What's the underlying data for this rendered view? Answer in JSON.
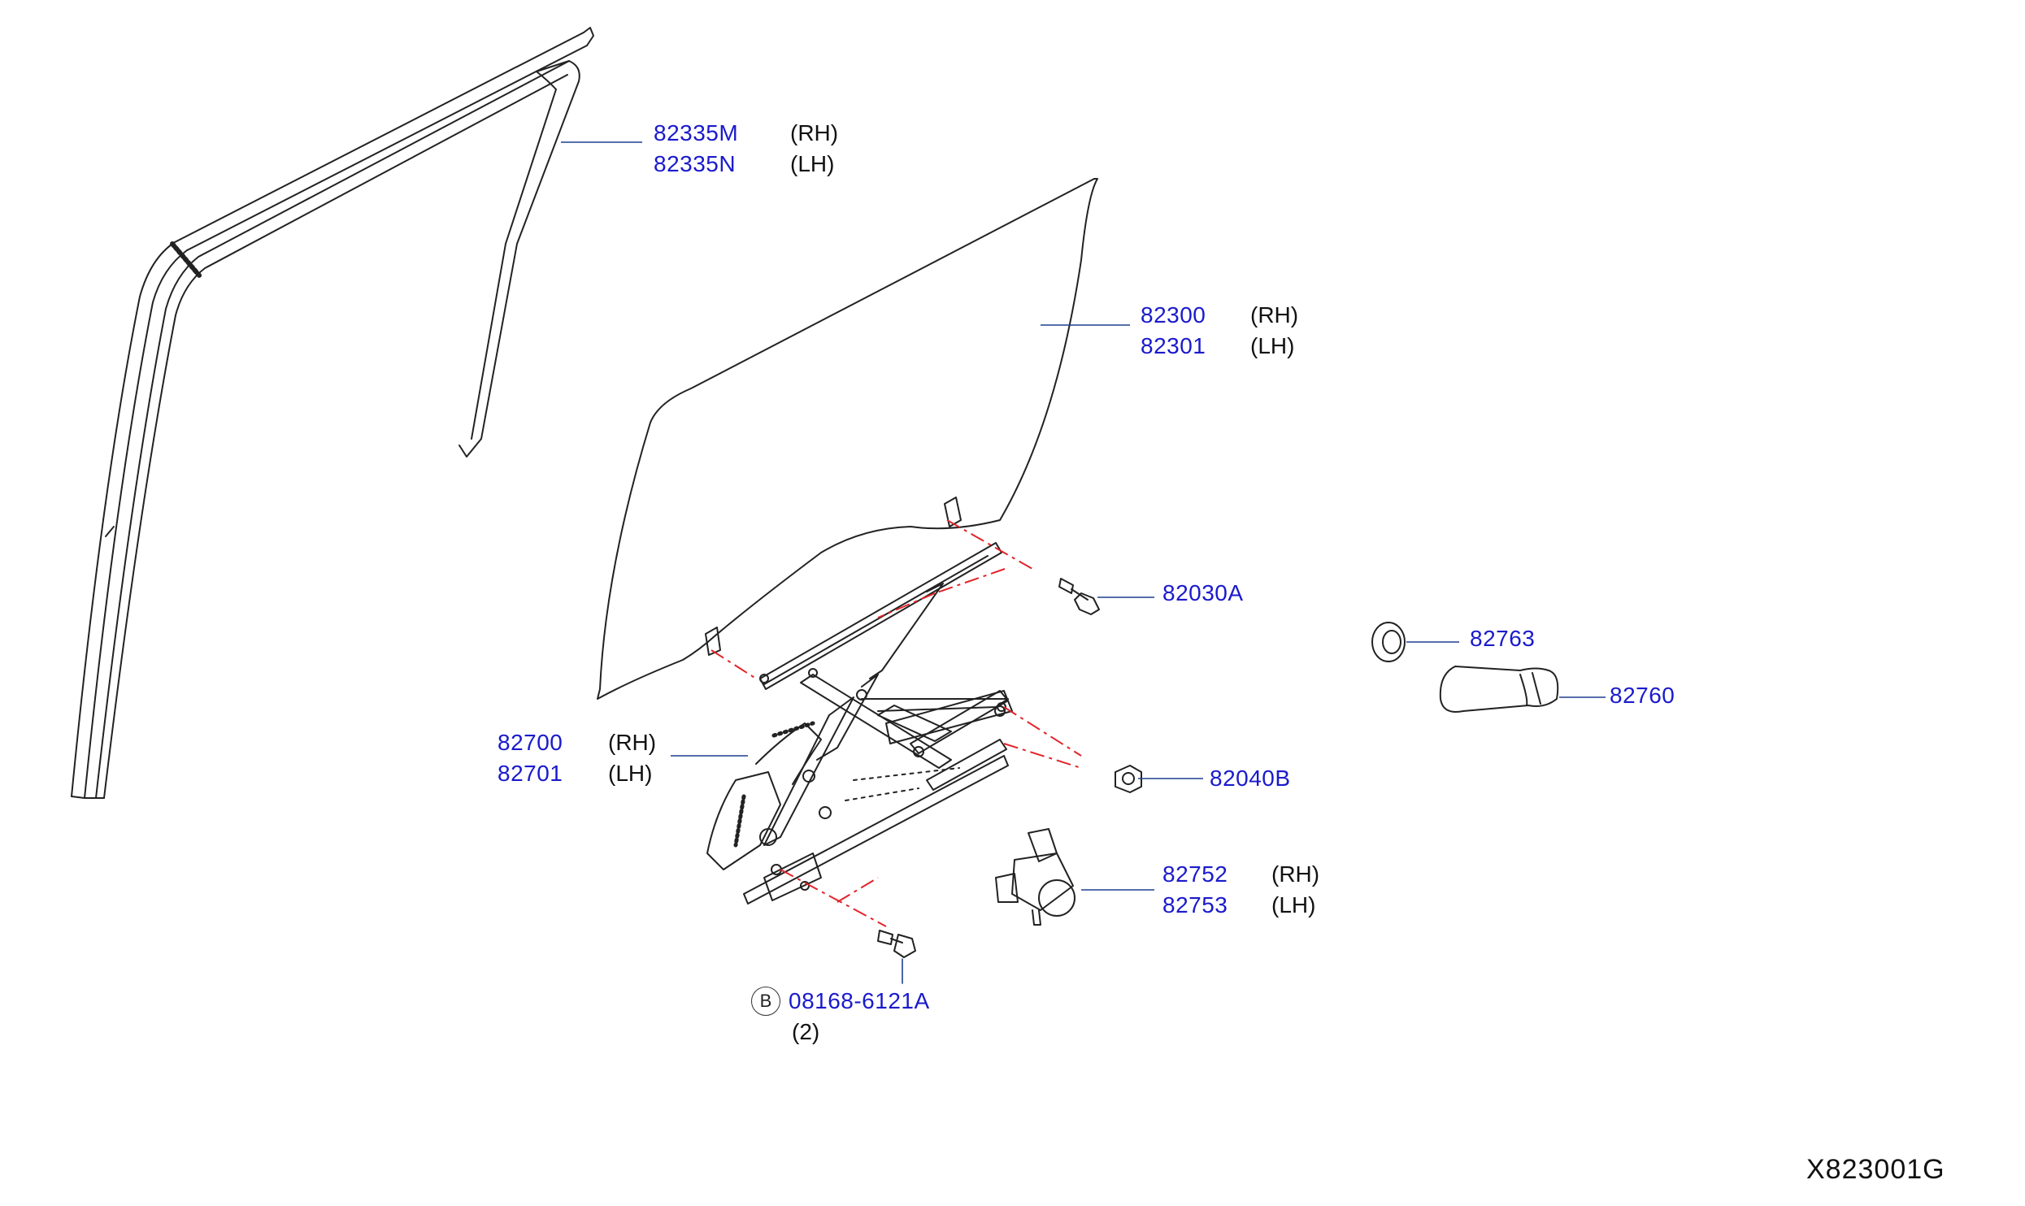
{
  "colors": {
    "part": "#1a1acc",
    "text": "#111111",
    "leader": "#1f3f8f",
    "dash": "#e2242a",
    "line": "#222222"
  },
  "callouts": {
    "weatherstrip_rh": "82335M",
    "weatherstrip_lh": "82335N",
    "glass_rh": "82300",
    "glass_lh": "82301",
    "bolt_glass": "82030A",
    "grommet": "82763",
    "handle": "82760",
    "regulator_rh": "82700",
    "regulator_lh": "82701",
    "nut": "82040B",
    "motor_rh": "82752",
    "motor_lh": "82753",
    "bolt_regulator": "08168-6121A"
  },
  "side": {
    "rh": "(RH)",
    "lh": "(LH)"
  },
  "badge": "B",
  "quantity": "(2)",
  "diagram_code": "X823001G"
}
